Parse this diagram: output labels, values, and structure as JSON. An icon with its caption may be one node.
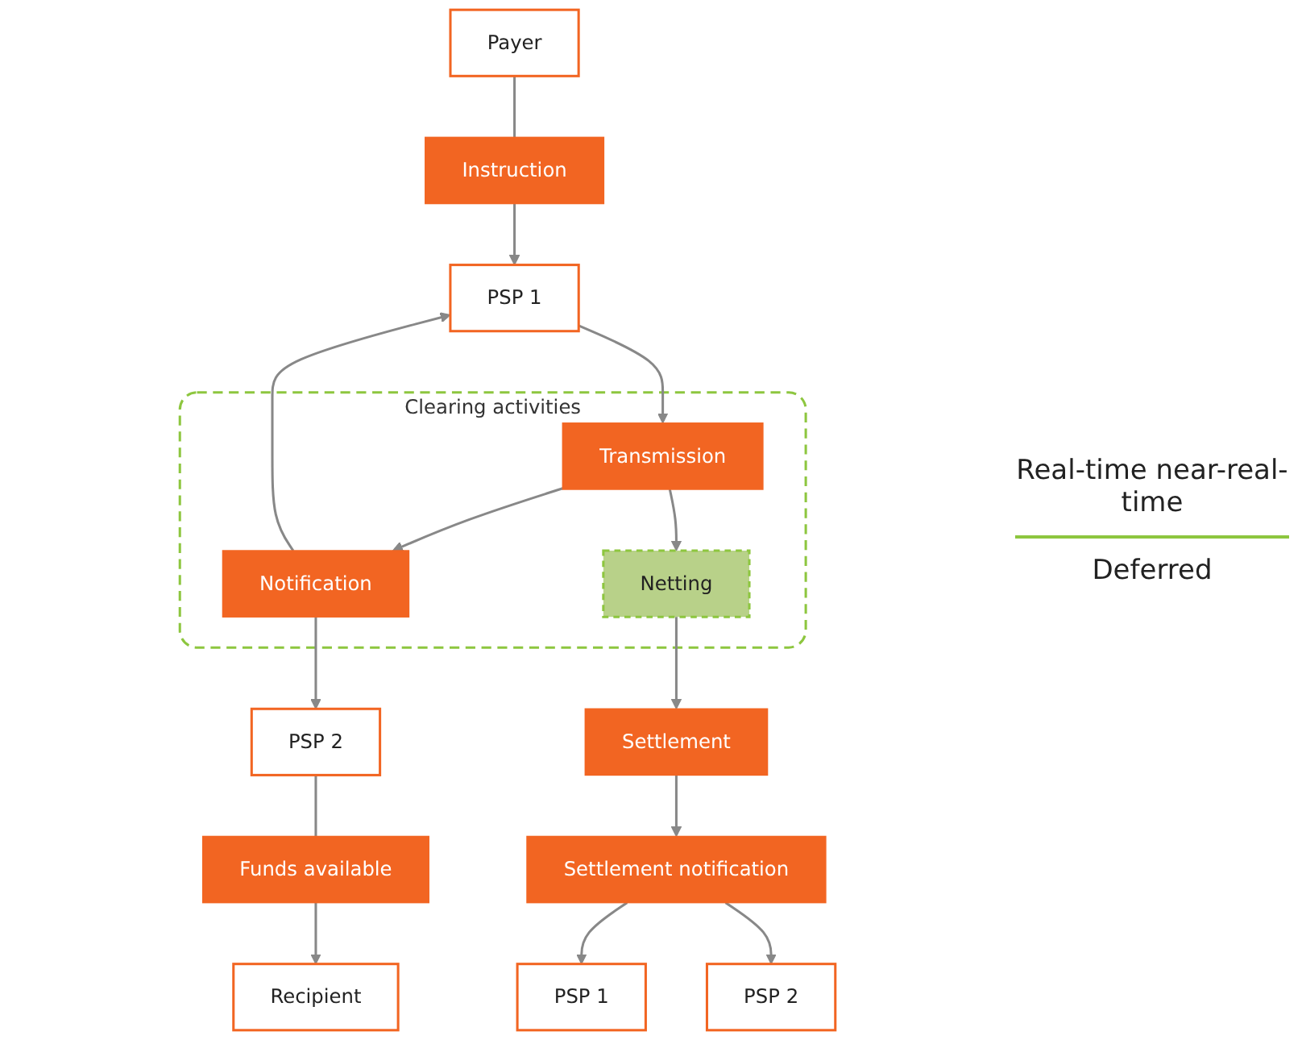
{
  "diagram": {
    "nodes": [
      {
        "text": [
          "Payer"
        ]
      },
      {
        "text": [
          "Instruction"
        ]
      },
      {
        "text": [
          "PSP 1"
        ]
      },
      {
        "text": [
          "Recipient"
        ]
      },
      {
        "text": [
          "Funds available"
        ]
      },
      {
        "text": [
          "PSP 2"
        ]
      },
      {
        "text": [
          "Clearing activities"
        ]
      },
      {
        "text": [
          "Transmission"
        ],
        "in": 6
      },
      {
        "text": [
          "Notification"
        ],
        "in": 6
      },
      {
        "text": [
          "Netting"
        ],
        "in": 6
      },
      {
        "text": [
          "Settlement"
        ]
      },
      {
        "text": [
          "Settlement notification"
        ]
      },
      {
        "text": [
          "PSP 1"
        ]
      },
      {
        "text": [
          "PSP 2"
        ]
      }
    ],
    "edges": [
      {
        "from": 0,
        "to": 1,
        "arrow": "none"
      },
      {
        "from": 1,
        "to": 2,
        "arrow": "to"
      },
      {
        "from": 5,
        "to": 4,
        "arrow": "none"
      },
      {
        "from": 4,
        "to": 3,
        "arrow": "to"
      },
      {
        "from": 2,
        "to": 7,
        "arrow": "to"
      },
      {
        "from": 7,
        "to": 8,
        "arrow": "to"
      },
      {
        "from": 8,
        "to": 2,
        "arrow": "to"
      },
      {
        "from": 8,
        "to": 5,
        "arrow": "to"
      },
      {
        "from": 7,
        "to": 9,
        "arrow": "to"
      },
      {
        "from": 9,
        "to": 10,
        "arrow": "to"
      },
      {
        "from": 10,
        "to": 11,
        "arrow": "to"
      },
      {
        "from": 11,
        "to": 12,
        "arrow": "to"
      },
      {
        "from": 11,
        "to": 13,
        "arrow": "to"
      }
    ],
    "labels": [
      "Real-time near-real-time",
      "Deferred"
    ]
  }
}
